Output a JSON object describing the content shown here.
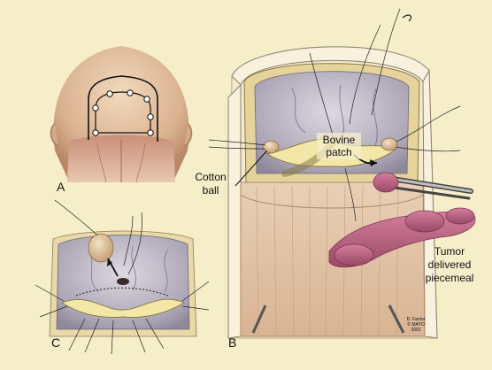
{
  "panels": {
    "a": {
      "letter": "A"
    },
    "b": {
      "letter": "B"
    },
    "c": {
      "letter": "C"
    }
  },
  "labels": {
    "cotton_ball_line1": "Cotton",
    "cotton_ball_line2": "ball",
    "bovine_line1": "Bovine",
    "bovine_line2": "patch",
    "tumor_line1": "Tumor",
    "tumor_line2": "delivered",
    "tumor_line3": "piecemeal"
  },
  "credit": {
    "line1": "D. Factor",
    "line2": "© MAYO",
    "line3": "2002"
  },
  "colors": {
    "background": "#f6edc9",
    "skin": "#e7c4a2",
    "bone": "#eadcae",
    "dura": "#b9b4bf",
    "tumor": "#b9607f",
    "patch": "#f3e7a8"
  }
}
